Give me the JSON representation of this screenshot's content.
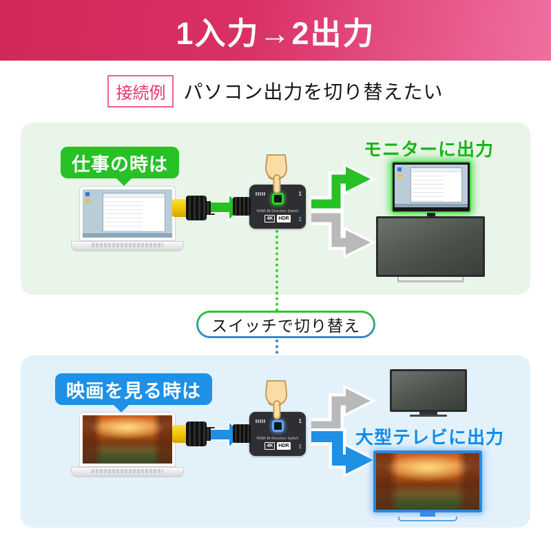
{
  "banner": {
    "title": "1入力→2出力"
  },
  "intro": {
    "badge": "接続例",
    "title": "パソコン出力を切り替えたい"
  },
  "scene_work": {
    "bubble": "仕事の時は",
    "output_label": "モニターに出力"
  },
  "scene_movie": {
    "bubble": "映画を見る時は",
    "output_label": "大型テレビに出力"
  },
  "switch_note": {
    "label": "スイッチで切り替え"
  },
  "device": {
    "label": "HDMI Bi-Direction Switch",
    "badge_4k": "4K",
    "badge_hdr": "HDR",
    "port1": "1",
    "port2": "2"
  },
  "colors": {
    "banner_left": "#d22858",
    "banner_right": "#ef6f9f",
    "pink": "#e8336e",
    "green": "#25c125",
    "blue": "#1e90e6",
    "gray_arrow": "#b9b9b9",
    "panel_work_bg": "#eaf5ea",
    "panel_movie_bg": "#e3f1fb"
  }
}
